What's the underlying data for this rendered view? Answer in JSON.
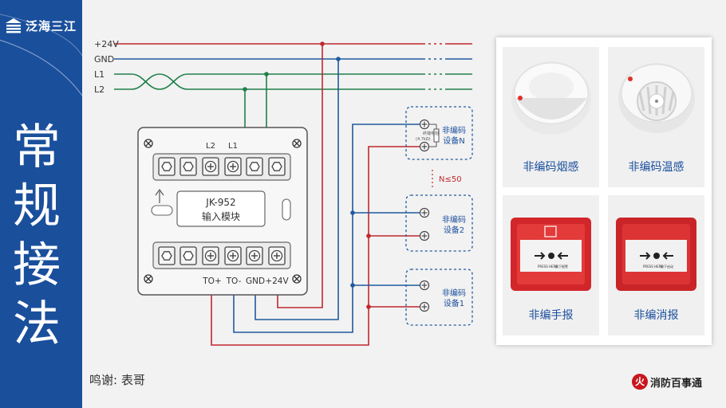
{
  "brand": {
    "logo_text": "泛海三江",
    "footer_text": "消防百事通"
  },
  "title": "常规接法",
  "acknowledgement": "鸣谢: 表哥",
  "bus_lines": [
    "+24V",
    "GND",
    "L1",
    "L2"
  ],
  "module": {
    "model": "JK-952",
    "name": "输入模块",
    "top_terminal_labels": [
      "L2",
      "L1"
    ],
    "bottom_terminal_labels": [
      "TO+",
      "TO-",
      "GND",
      "+24V"
    ]
  },
  "devices": {
    "device_n": "非编码\n设备N",
    "device_2": "非编码\n设备2",
    "device_1": "非编码\n设备1",
    "resistor_note": "终端电阻",
    "resistor_value": "(4.7kΩ)",
    "count_note": "N≤50"
  },
  "products": [
    {
      "label": "非编码烟感"
    },
    {
      "label": "非编码温感"
    },
    {
      "label": "非编手报"
    },
    {
      "label": "非编消报"
    }
  ],
  "callpoint_text": {
    "press_here": "PRESS HERE",
    "alarm_action": "按下报警",
    "start_action": "按下启动"
  },
  "colors": {
    "sidebar": "#1a4f9c",
    "wire_red": "#c0282e",
    "wire_blue": "#1f5a9e",
    "wire_green": "#21804a",
    "label_blue": "#1a4f9c"
  }
}
